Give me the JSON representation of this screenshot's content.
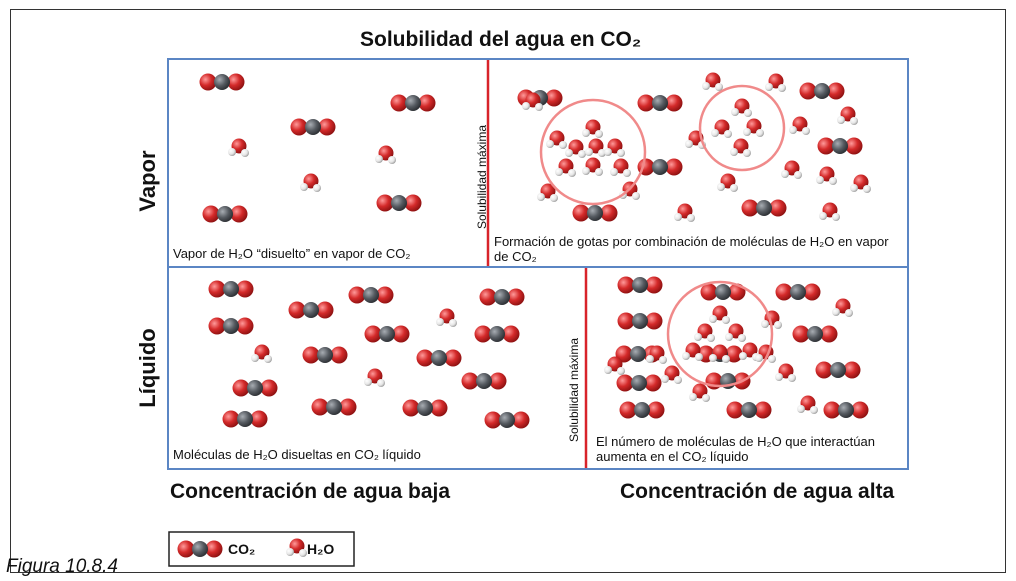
{
  "title": "Solubilidad del agua en CO₂",
  "rows": {
    "vapor": "Vapor",
    "liquid": "Líquido"
  },
  "columns": {
    "low": "Concentración de agua baja",
    "high": "Concentración de agua alta"
  },
  "boundary_label": "Solubilidad máxima",
  "captions": {
    "vapor_low": "Vapor de H₂O “disuelto” en vapor de CO₂",
    "vapor_high": "Formación de gotas por combinación de moléculas de H₂O en vapor de CO₂",
    "liquid_low": "Moléculas de H₂O disueltas en CO₂ líquido",
    "liquid_high": "El número de moléculas de H₂O que interactúan aumenta en el CO₂ líquido"
  },
  "legend": {
    "co2": "CO₂",
    "h2o": "H₂O"
  },
  "figure_label": "Figura 10.8.4",
  "colors": {
    "oxygen": "#d42a2a",
    "carbon": "#555a60",
    "hydrogen": "#f2f2f2",
    "panel_border": "#5b86c4",
    "divider": "#d8232a",
    "cluster_ring": "#f08a8a"
  }
}
